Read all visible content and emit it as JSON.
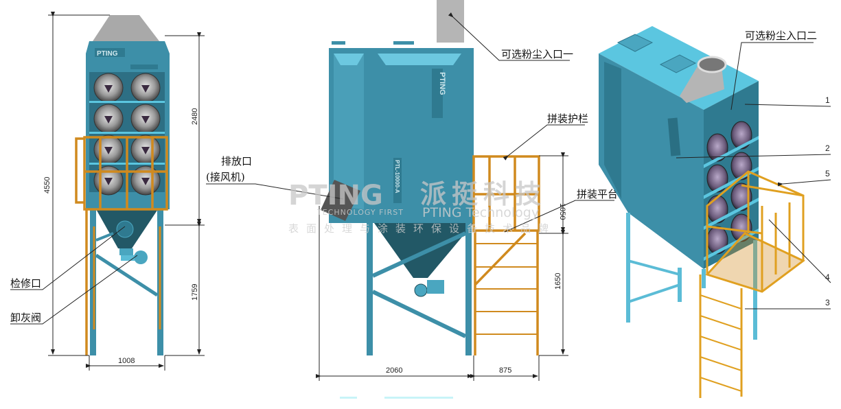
{
  "labels": {
    "inspection_port": "检修口",
    "ash_valve": "卸灰阀",
    "exhaust_outlet": "排放口",
    "exhaust_outlet_sub": "(接风机)",
    "dust_inlet_1": "可选粉尘入口一",
    "guardrail": "拼装护栏",
    "platform": "拼装平台",
    "dust_inlet_2": "可选粉尘入口二"
  },
  "dimensions": {
    "total_height": "4550",
    "upper_height": "2480",
    "lower_height": "1759",
    "leg_width": "1008",
    "body_width": "2060",
    "platform_width": "875",
    "rail_height": "1050",
    "platform_height": "1650"
  },
  "part_numbers": [
    "1",
    "2",
    "5",
    "4",
    "3"
  ],
  "branding": {
    "logo": "PTING",
    "model": "PTL-10000-A",
    "watermark_cn": "派挺科技",
    "watermark_en": "PTING Technology",
    "watermark_tag": "TECHNOLOGY FIRST",
    "watermark_slogan": "表面处理与涂装环保设备技术品牌"
  },
  "colors": {
    "body": "#3d8fa8",
    "body_light": "#5bbcd6",
    "rail": "#d08a1e",
    "hood": "#a9a9a9"
  }
}
